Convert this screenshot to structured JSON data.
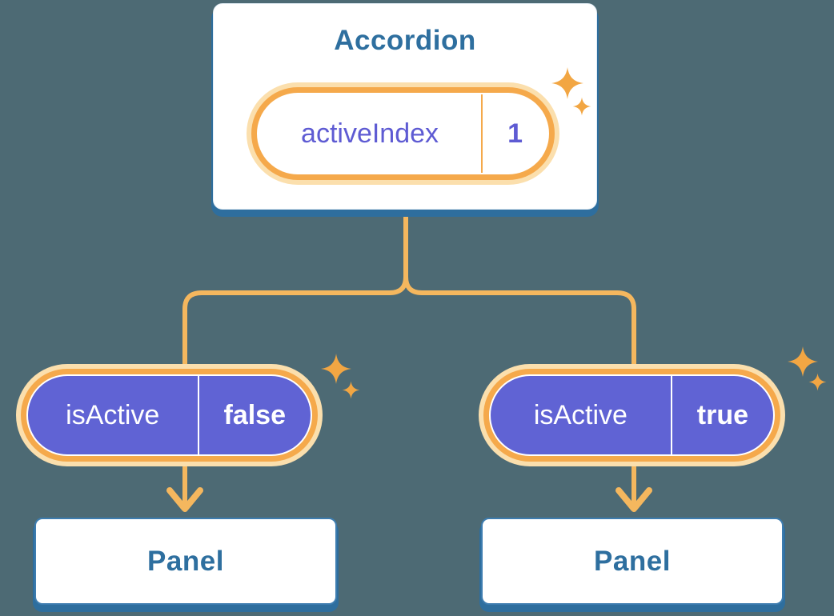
{
  "diagram": {
    "root": {
      "title": "Accordion",
      "state": {
        "name": "activeIndex",
        "value": "1"
      }
    },
    "children": [
      {
        "state": {
          "name": "isActive",
          "value": "false"
        },
        "panel_label": "Panel"
      },
      {
        "state": {
          "name": "isActive",
          "value": "true"
        },
        "panel_label": "Panel"
      }
    ],
    "icons": {
      "sparkle": "sparkle-icon",
      "arrow": "arrow-down-icon"
    },
    "colors": {
      "background": "#4D6A74",
      "card_background": "#FFFFFF",
      "card_bottom_edge": "#2E6E9E",
      "panel_border": "#3D7CAF",
      "heading_text": "#2E6F9F",
      "pill_purple_fill": "#6063D4",
      "pill_purple_text": "#5E5BD3",
      "pill_ring_orange": "#F5A94B",
      "pill_halo": "#FBDFAD",
      "connector_orange": "#F5B75E",
      "sparkle_orange": "#F2A643"
    }
  }
}
